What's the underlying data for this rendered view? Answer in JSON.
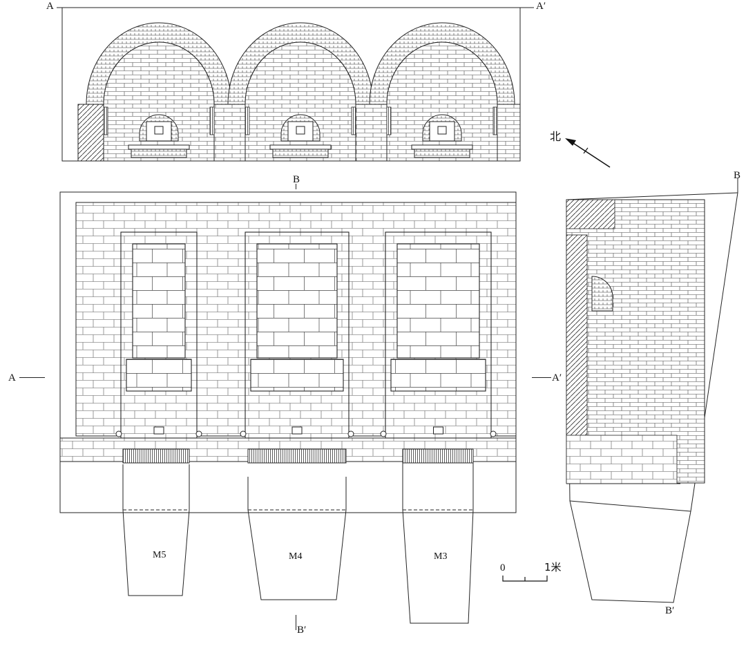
{
  "section_ends": {
    "a_start": "A",
    "a_end": "A′",
    "b_start": "B",
    "b_end": "B′"
  },
  "north": {
    "label": "北"
  },
  "tombs": [
    {
      "id": "M5"
    },
    {
      "id": "M4"
    },
    {
      "id": "M3"
    }
  ],
  "scale_bar": {
    "start_label": "0",
    "end_label": "1米"
  },
  "colors": {
    "ink": "#222222",
    "hatch": "#555555",
    "paper": "#ffffff"
  }
}
